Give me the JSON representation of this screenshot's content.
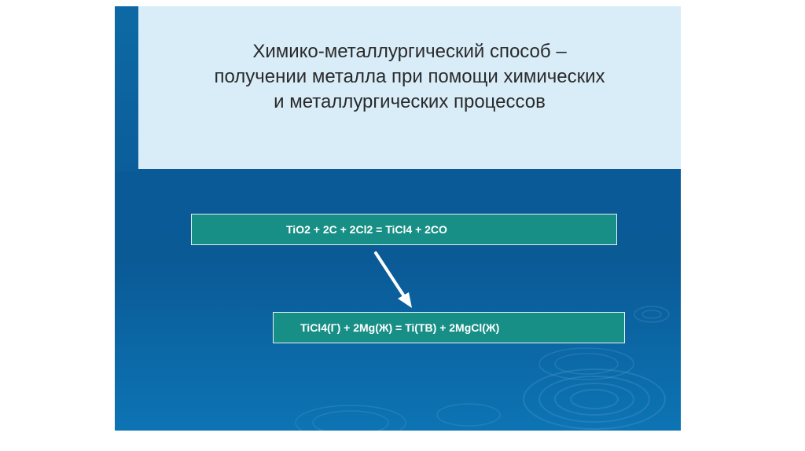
{
  "title": {
    "line1": "Химико-металлургический способ –",
    "line2": "получении металла при помощи химических",
    "line3": "и металлургических процессов"
  },
  "formulas": [
    {
      "text": "TiO2 + 2C + 2Cl2 = TiCl4 + 2CO"
    },
    {
      "text": "TiCl4(Г) + 2Mg(Ж) = Ti(ТВ) + 2MgCl(Ж)"
    }
  ],
  "colors": {
    "slide_background": "#0b5e9a",
    "title_background": "#d9edf9",
    "formula_background": "#188f86",
    "arrow": "#ffffff"
  }
}
